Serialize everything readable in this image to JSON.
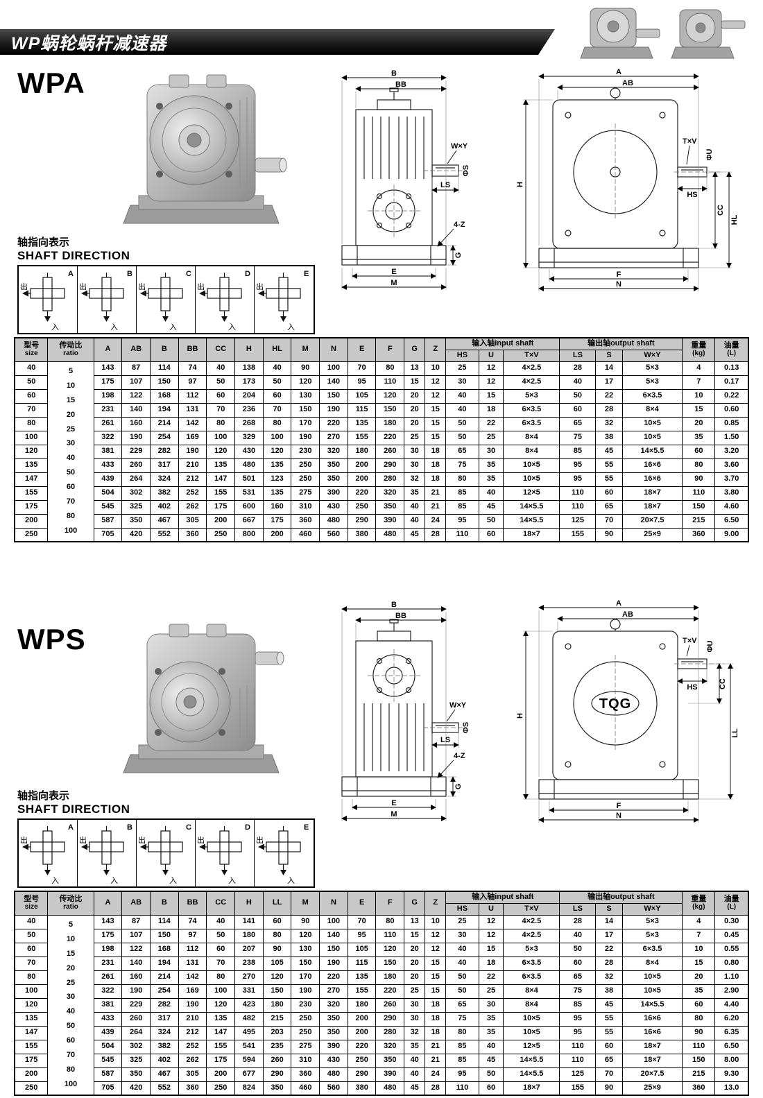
{
  "header": {
    "title": "WP蜗轮蜗杆减速器"
  },
  "wpa": {
    "heading": "WPA"
  },
  "wps": {
    "heading": "WPS"
  },
  "logo": "TQG",
  "shaft_direction": {
    "zh": "轴指向表示",
    "en": "SHAFT DIRECTION",
    "cells": [
      {
        "letter": "A",
        "out": "出",
        "in": "入"
      },
      {
        "letter": "B",
        "out": "出",
        "in": "入"
      },
      {
        "letter": "C",
        "out": "出",
        "in": "入"
      },
      {
        "letter": "D",
        "out": "出",
        "in": "入"
      },
      {
        "letter": "E",
        "out": "出",
        "in": "入"
      }
    ]
  },
  "dims": {
    "A": "A",
    "AB": "AB",
    "B": "B",
    "BB": "BB",
    "CC": "CC",
    "E": "E",
    "F": "F",
    "G": "G",
    "H": "H",
    "HL": "HL",
    "LL": "LL",
    "HS": "HS",
    "LS": "LS",
    "M": "M",
    "N": "N",
    "WXY": "W×Y",
    "TXV": "T×V",
    "PHIS": "ΦS",
    "PHIU": "ΦU",
    "Z4": "4-Z"
  },
  "tables": {
    "wpa": {
      "size_header": {
        "zh": "型号",
        "en": "size"
      },
      "ratio_header": {
        "zh": "传动比",
        "en": "ratio"
      },
      "dim_cols": [
        "A",
        "AB",
        "B",
        "BB",
        "CC",
        "H",
        "HL",
        "M",
        "N",
        "E",
        "F",
        "G",
        "Z"
      ],
      "input_group": "输入轴input shaft",
      "output_group": "输出轴output shaft",
      "input_cols": [
        "HS",
        "U",
        "T×V"
      ],
      "output_cols": [
        "LS",
        "S",
        "W×Y"
      ],
      "weight_header": {
        "zh": "重量",
        "en": "(kg)"
      },
      "oil_header": {
        "zh": "油量",
        "en": "(L)"
      },
      "ratios": [
        "5",
        "10",
        "15",
        "20",
        "25",
        "30",
        "40",
        "50",
        "60",
        "70",
        "80",
        "100"
      ],
      "rows": [
        [
          "40",
          "143",
          "87",
          "114",
          "74",
          "40",
          "138",
          "40",
          "90",
          "100",
          "70",
          "80",
          "13",
          "10",
          "25",
          "12",
          "4×2.5",
          "28",
          "14",
          "5×3",
          "4",
          "0.13"
        ],
        [
          "50",
          "175",
          "107",
          "150",
          "97",
          "50",
          "173",
          "50",
          "120",
          "140",
          "95",
          "110",
          "15",
          "12",
          "30",
          "12",
          "4×2.5",
          "40",
          "17",
          "5×3",
          "7",
          "0.17"
        ],
        [
          "60",
          "198",
          "122",
          "168",
          "112",
          "60",
          "204",
          "60",
          "130",
          "150",
          "105",
          "120",
          "20",
          "12",
          "40",
          "15",
          "5×3",
          "50",
          "22",
          "6×3.5",
          "10",
          "0.22"
        ],
        [
          "70",
          "231",
          "140",
          "194",
          "131",
          "70",
          "236",
          "70",
          "150",
          "190",
          "115",
          "150",
          "20",
          "15",
          "40",
          "18",
          "6×3.5",
          "60",
          "28",
          "8×4",
          "15",
          "0.60"
        ],
        [
          "80",
          "261",
          "160",
          "214",
          "142",
          "80",
          "268",
          "80",
          "170",
          "220",
          "135",
          "180",
          "20",
          "15",
          "50",
          "22",
          "6×3.5",
          "65",
          "32",
          "10×5",
          "20",
          "0.85"
        ],
        [
          "100",
          "322",
          "190",
          "254",
          "169",
          "100",
          "329",
          "100",
          "190",
          "270",
          "155",
          "220",
          "25",
          "15",
          "50",
          "25",
          "8×4",
          "75",
          "38",
          "10×5",
          "35",
          "1.50"
        ],
        [
          "120",
          "381",
          "229",
          "282",
          "190",
          "120",
          "430",
          "120",
          "230",
          "320",
          "180",
          "260",
          "30",
          "18",
          "65",
          "30",
          "8×4",
          "85",
          "45",
          "14×5.5",
          "60",
          "3.20"
        ],
        [
          "135",
          "433",
          "260",
          "317",
          "210",
          "135",
          "480",
          "135",
          "250",
          "350",
          "200",
          "290",
          "30",
          "18",
          "75",
          "35",
          "10×5",
          "95",
          "55",
          "16×6",
          "80",
          "3.60"
        ],
        [
          "147",
          "439",
          "264",
          "324",
          "212",
          "147",
          "501",
          "123",
          "250",
          "350",
          "200",
          "280",
          "32",
          "18",
          "80",
          "35",
          "10×5",
          "95",
          "55",
          "16×6",
          "90",
          "3.70"
        ],
        [
          "155",
          "504",
          "302",
          "382",
          "252",
          "155",
          "531",
          "135",
          "275",
          "390",
          "220",
          "320",
          "35",
          "21",
          "85",
          "40",
          "12×5",
          "110",
          "60",
          "18×7",
          "110",
          "3.80"
        ],
        [
          "175",
          "545",
          "325",
          "402",
          "262",
          "175",
          "600",
          "160",
          "310",
          "430",
          "250",
          "350",
          "40",
          "21",
          "85",
          "45",
          "14×5.5",
          "110",
          "65",
          "18×7",
          "150",
          "4.60"
        ],
        [
          "200",
          "587",
          "350",
          "467",
          "305",
          "200",
          "667",
          "175",
          "360",
          "480",
          "290",
          "390",
          "40",
          "24",
          "95",
          "50",
          "14×5.5",
          "125",
          "70",
          "20×7.5",
          "215",
          "6.50"
        ],
        [
          "250",
          "705",
          "420",
          "552",
          "360",
          "250",
          "800",
          "200",
          "460",
          "560",
          "380",
          "480",
          "45",
          "28",
          "110",
          "60",
          "18×7",
          "155",
          "90",
          "25×9",
          "360",
          "9.00"
        ]
      ]
    },
    "wps": {
      "size_header": {
        "zh": "型号",
        "en": "size"
      },
      "ratio_header": {
        "zh": "传动比",
        "en": "ratio"
      },
      "dim_cols": [
        "A",
        "AB",
        "B",
        "BB",
        "CC",
        "H",
        "LL",
        "M",
        "N",
        "E",
        "F",
        "G",
        "Z"
      ],
      "input_group": "输入轴input shaft",
      "output_group": "输出轴output shaft",
      "input_cols": [
        "HS",
        "U",
        "T×V"
      ],
      "output_cols": [
        "LS",
        "S",
        "W×Y"
      ],
      "weight_header": {
        "zh": "重量",
        "en": "(kg)"
      },
      "oil_header": {
        "zh": "油量",
        "en": "(L)"
      },
      "ratios": [
        "5",
        "10",
        "15",
        "20",
        "25",
        "30",
        "40",
        "50",
        "60",
        "70",
        "80",
        "100"
      ],
      "rows": [
        [
          "40",
          "143",
          "87",
          "114",
          "74",
          "40",
          "141",
          "60",
          "90",
          "100",
          "70",
          "80",
          "13",
          "10",
          "25",
          "12",
          "4×2.5",
          "28",
          "14",
          "5×3",
          "4",
          "0.30"
        ],
        [
          "50",
          "175",
          "107",
          "150",
          "97",
          "50",
          "180",
          "80",
          "120",
          "140",
          "95",
          "110",
          "15",
          "12",
          "30",
          "12",
          "4×2.5",
          "40",
          "17",
          "5×3",
          "7",
          "0.45"
        ],
        [
          "60",
          "198",
          "122",
          "168",
          "112",
          "60",
          "207",
          "90",
          "130",
          "150",
          "105",
          "120",
          "20",
          "12",
          "40",
          "15",
          "5×3",
          "50",
          "22",
          "6×3.5",
          "10",
          "0.55"
        ],
        [
          "70",
          "231",
          "140",
          "194",
          "131",
          "70",
          "238",
          "105",
          "150",
          "190",
          "115",
          "150",
          "20",
          "15",
          "40",
          "18",
          "6×3.5",
          "60",
          "28",
          "8×4",
          "15",
          "0.80"
        ],
        [
          "80",
          "261",
          "160",
          "214",
          "142",
          "80",
          "270",
          "120",
          "170",
          "220",
          "135",
          "180",
          "20",
          "15",
          "50",
          "22",
          "6×3.5",
          "65",
          "32",
          "10×5",
          "20",
          "1.10"
        ],
        [
          "100",
          "322",
          "190",
          "254",
          "169",
          "100",
          "331",
          "150",
          "190",
          "270",
          "155",
          "220",
          "25",
          "15",
          "50",
          "25",
          "8×4",
          "75",
          "38",
          "10×5",
          "35",
          "2.90"
        ],
        [
          "120",
          "381",
          "229",
          "282",
          "190",
          "120",
          "423",
          "180",
          "230",
          "320",
          "180",
          "260",
          "30",
          "18",
          "65",
          "30",
          "8×4",
          "85",
          "45",
          "14×5.5",
          "60",
          "4.40"
        ],
        [
          "135",
          "433",
          "260",
          "317",
          "210",
          "135",
          "482",
          "215",
          "250",
          "350",
          "200",
          "290",
          "30",
          "18",
          "75",
          "35",
          "10×5",
          "95",
          "55",
          "16×6",
          "80",
          "6.20"
        ],
        [
          "147",
          "439",
          "264",
          "324",
          "212",
          "147",
          "495",
          "203",
          "250",
          "350",
          "200",
          "280",
          "32",
          "18",
          "80",
          "35",
          "10×5",
          "95",
          "55",
          "16×6",
          "90",
          "6.35"
        ],
        [
          "155",
          "504",
          "302",
          "382",
          "252",
          "155",
          "541",
          "235",
          "275",
          "390",
          "220",
          "320",
          "35",
          "21",
          "85",
          "40",
          "12×5",
          "110",
          "60",
          "18×7",
          "110",
          "6.50"
        ],
        [
          "175",
          "545",
          "325",
          "402",
          "262",
          "175",
          "594",
          "260",
          "310",
          "430",
          "250",
          "350",
          "40",
          "21",
          "85",
          "45",
          "14×5.5",
          "110",
          "65",
          "18×7",
          "150",
          "8.00"
        ],
        [
          "200",
          "587",
          "350",
          "467",
          "305",
          "200",
          "677",
          "290",
          "360",
          "480",
          "290",
          "390",
          "40",
          "24",
          "95",
          "50",
          "14×5.5",
          "125",
          "70",
          "20×7.5",
          "215",
          "9.30"
        ],
        [
          "250",
          "705",
          "420",
          "552",
          "360",
          "250",
          "824",
          "350",
          "460",
          "560",
          "380",
          "480",
          "45",
          "28",
          "110",
          "60",
          "18×7",
          "155",
          "90",
          "25×9",
          "360",
          "13.0"
        ]
      ]
    }
  }
}
